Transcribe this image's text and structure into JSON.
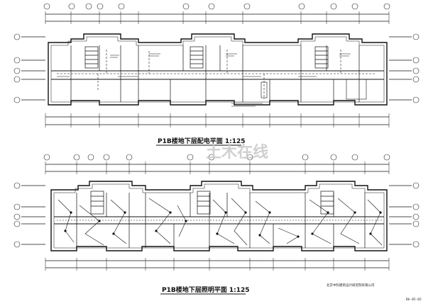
{
  "top_plan": {
    "title": "P1B楼地下层配电平面 1:125"
  },
  "bottom_plan": {
    "title": "P1B楼地下层照明平面 1:125"
  },
  "watermark": "土木在线",
  "institute_note": "北京中科建筑设计研究院有限公司",
  "sheet_code": "Bk-05-02",
  "colors": {
    "line": "#111111",
    "axis": "#222222",
    "background": "#ffffff",
    "watermark": "#c8c8c8"
  }
}
